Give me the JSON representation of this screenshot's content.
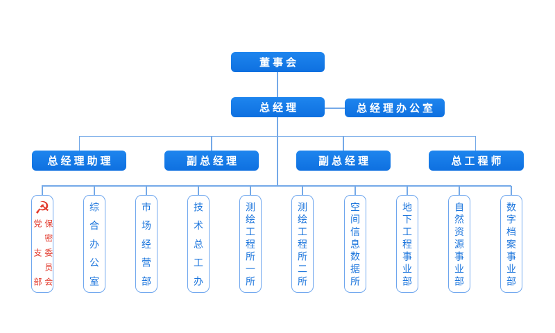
{
  "colors": {
    "node_fill": "#1278E8",
    "node_text": "#FFFFFF",
    "dept_border": "#6EA6EE",
    "dept_text": "#1A74DC",
    "connector": "#74A9E8",
    "party_red": "#E23B2E",
    "background": "#FFFFFF"
  },
  "icons": {
    "party_emblem": "hammer-and-sickle",
    "party_emblem_glyph": "☭"
  },
  "org": {
    "board": {
      "label": "董事会"
    },
    "general_manager": {
      "label": "总经理"
    },
    "gm_office": {
      "label": "总经理办公室"
    },
    "middle": [
      {
        "label": "总经理助理"
      },
      {
        "label": "副总经理"
      },
      {
        "label": "副总经理"
      },
      {
        "label": "总工程师"
      }
    ],
    "departments": [
      {
        "type": "party",
        "columns": [
          "党支部",
          "保密委员会"
        ]
      },
      {
        "label": "综合办公室"
      },
      {
        "label": "市场经营部"
      },
      {
        "label": "技术总工办"
      },
      {
        "label": "测绘工程所一所"
      },
      {
        "label": "测绘工程所二所"
      },
      {
        "label": "空间信息数据所"
      },
      {
        "label": "地下工程事业部"
      },
      {
        "label": "自然资源事业部"
      },
      {
        "label": "数字档案事业部"
      }
    ]
  }
}
